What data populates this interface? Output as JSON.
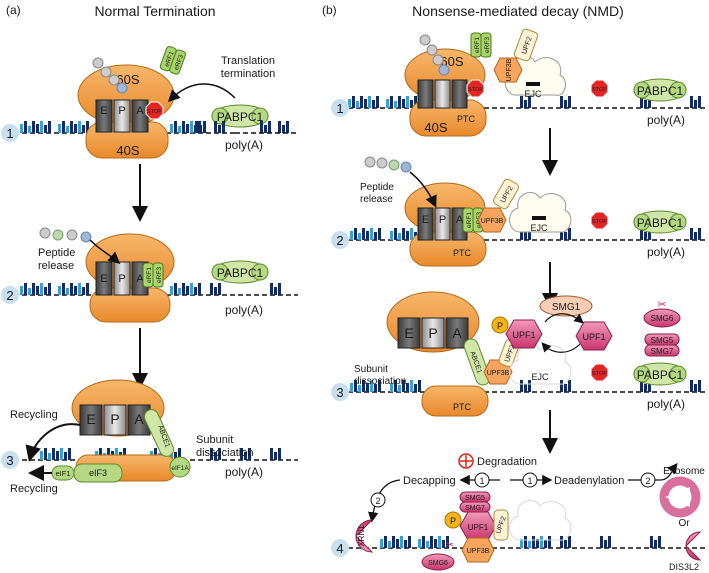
{
  "panels": {
    "a": {
      "letter": "(a)",
      "title": "Normal Termination"
    },
    "b": {
      "letter": "(b)",
      "title": "Nonsense-mediated decay (NMD)"
    }
  },
  "ribosome": {
    "large": "60S",
    "small": "40S",
    "sites": [
      "E",
      "P",
      "A"
    ],
    "stop": "STOP",
    "ptc": "PTC"
  },
  "factors": {
    "erf1": "eRF1",
    "erf3": "eRF3",
    "pabpc1": "PABPC1",
    "polya": "poly(A)",
    "abce1": "ABCE1",
    "eif1": "eIF1",
    "eif3": "eIF3",
    "eif1a": "eIF1A",
    "upf1": "UPF1",
    "upf2": "UPF2",
    "upf3b": "UPF3B",
    "ejc": "EJC",
    "smg1": "SMG1",
    "smg5": "SMG5",
    "smg6": "SMG6",
    "smg7": "SMG7",
    "xrn1": "XRN1",
    "exosome": "Exosome",
    "or": "Or",
    "dis3l2": "DIS3L2",
    "p": "P"
  },
  "labels": {
    "translation_termination": [
      "Translation",
      "termination"
    ],
    "peptide_release": [
      "Peptide",
      "release"
    ],
    "subunit_dissociation": [
      "Subunit",
      "dissociation"
    ],
    "recycling": "Recycling",
    "degradation": "Degradation",
    "decapping": "Decapping",
    "deadenylation": "Deadenylation"
  },
  "steps": [
    "1",
    "2",
    "3",
    "4"
  ],
  "order": [
    "1",
    "2"
  ]
}
